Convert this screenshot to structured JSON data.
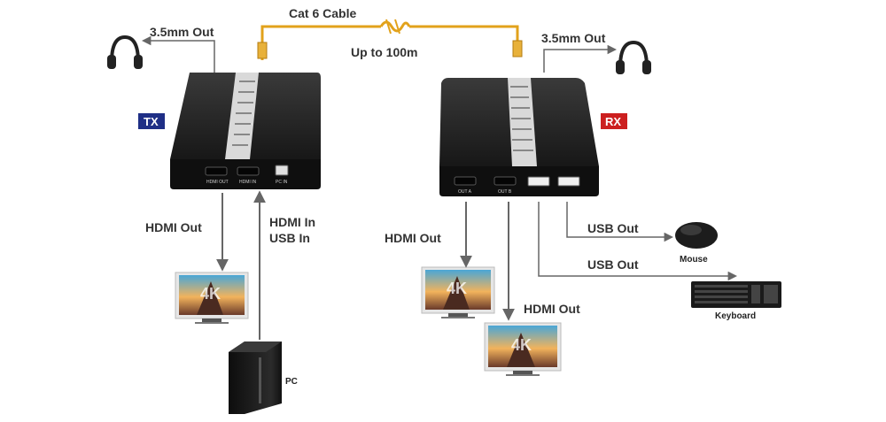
{
  "labels": {
    "cable": "Cat 6 Cable",
    "distance": "Up to 100m",
    "audio_left": "3.5mm Out",
    "audio_right": "3.5mm Out",
    "tx_hdmi_out": "HDMI Out",
    "tx_hdmi_in": "HDMI In",
    "tx_usb_in": "USB In",
    "rx_hdmi_out_a": "HDMI Out",
    "rx_hdmi_out_b": "HDMI Out",
    "usb_out_1": "USB Out",
    "usb_out_2": "USB Out",
    "mouse": "Mouse",
    "keyboard": "Keyboard",
    "pc": "PC"
  },
  "badges": {
    "tx": "TX",
    "rx": "RX",
    "tx_color": "#1f2f86",
    "rx_color": "#cc1f1f"
  },
  "ports": {
    "tx": [
      "HDMI OUT",
      "HDMI IN",
      "PC IN"
    ],
    "rx": [
      "OUT A",
      "OUT B"
    ]
  },
  "monitor_text": "4K",
  "colors": {
    "cable": "#e2a21b",
    "arrow": "#666666",
    "device": "#1e1e1e"
  }
}
